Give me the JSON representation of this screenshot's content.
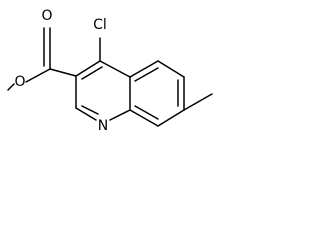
{
  "molecule": {
    "atoms": {
      "chlorine": "Cl",
      "ester_carbonyl_oxygen": "O",
      "ester_ether_oxygen": "O",
      "ring_nitrogen": "N"
    },
    "bond_color": "#000000"
  }
}
